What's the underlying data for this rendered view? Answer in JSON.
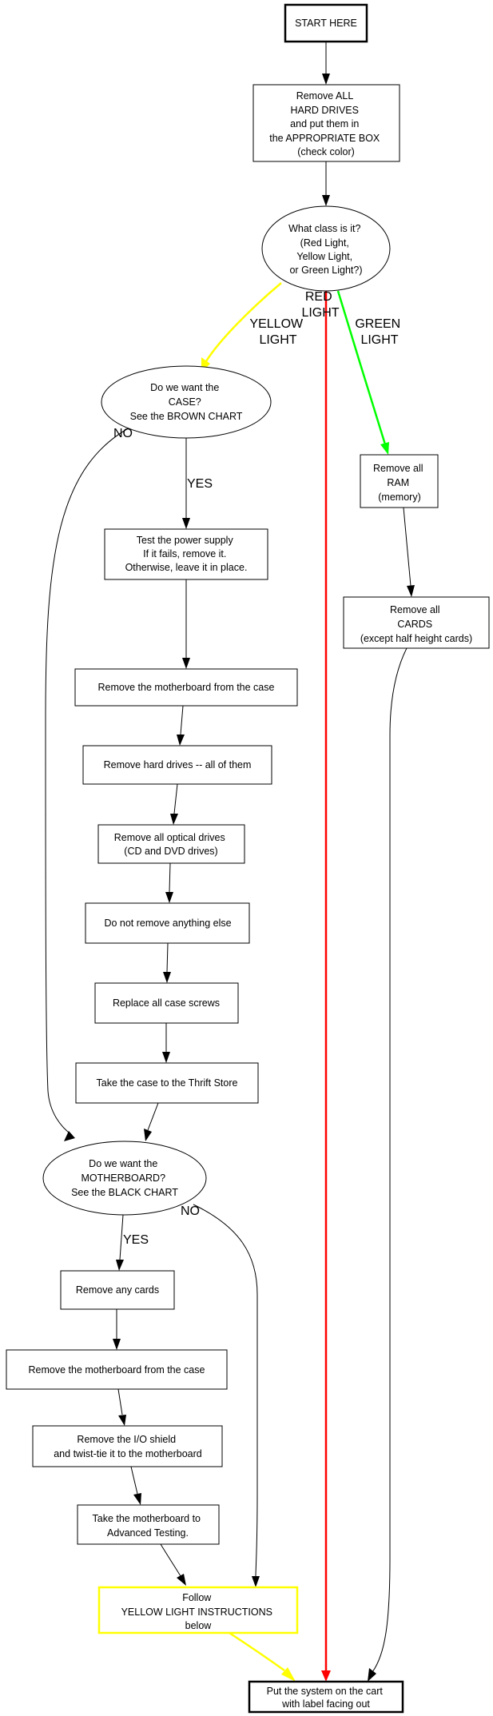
{
  "colors": {
    "yellow": "#ffff00",
    "green": "#00ff00",
    "red": "#ff0000",
    "black": "#000000"
  },
  "nodes": {
    "start": [
      "START HERE"
    ],
    "remove_hard_drives": [
      "Remove ALL",
      "HARD DRIVES",
      "and put them in",
      "the APPROPRIATE BOX",
      "(check color)"
    ],
    "class_decision": [
      "What class is it?",
      "(Red Light,",
      "Yellow Light,",
      "or Green Light?)"
    ],
    "want_case": [
      "Do we want the",
      "CASE?",
      "See the BROWN CHART"
    ],
    "remove_ram": [
      "Remove all",
      "RAM",
      "(memory)"
    ],
    "remove_cards": [
      "Remove all",
      "CARDS",
      "(except half height cards)"
    ],
    "test_psu": [
      "Test the power supply",
      "If it fails, remove it.",
      "Otherwise, leave it in place."
    ],
    "remove_mobo_case_1": [
      "Remove the motherboard from the case"
    ],
    "remove_hdd_all": [
      "Remove hard drives -- all of them"
    ],
    "remove_optical": [
      "Remove all optical drives",
      "(CD and DVD drives)"
    ],
    "do_not_remove": [
      "Do not remove anything else"
    ],
    "replace_screws": [
      "Replace all case screws"
    ],
    "thrift_store": [
      "Take the case to the Thrift Store"
    ],
    "want_motherboard": [
      "Do we want the",
      "MOTHERBOARD?",
      "See the BLACK CHART"
    ],
    "remove_any_cards": [
      "Remove any cards"
    ],
    "remove_mobo_case_2": [
      "Remove the motherboard from the case"
    ],
    "remove_io_shield": [
      "Remove the I/O shield",
      "and twist-tie it to the motherboard"
    ],
    "advanced_testing": [
      "Take the motherboard to",
      "Advanced Testing."
    ],
    "follow_yellow": [
      "Follow",
      "YELLOW LIGHT INSTRUCTIONS",
      "below"
    ],
    "put_on_cart": [
      "Put the system on the cart",
      "with label facing out"
    ]
  },
  "edge_labels": {
    "yellow_light": [
      "YELLOW",
      "LIGHT"
    ],
    "red_light": [
      "RED",
      "LIGHT"
    ],
    "green_light": [
      "GREEN",
      "LIGHT"
    ],
    "case_yes": [
      "YES"
    ],
    "case_no": [
      "NO"
    ],
    "mobo_yes": [
      "YES"
    ],
    "mobo_no": [
      "NO"
    ]
  }
}
